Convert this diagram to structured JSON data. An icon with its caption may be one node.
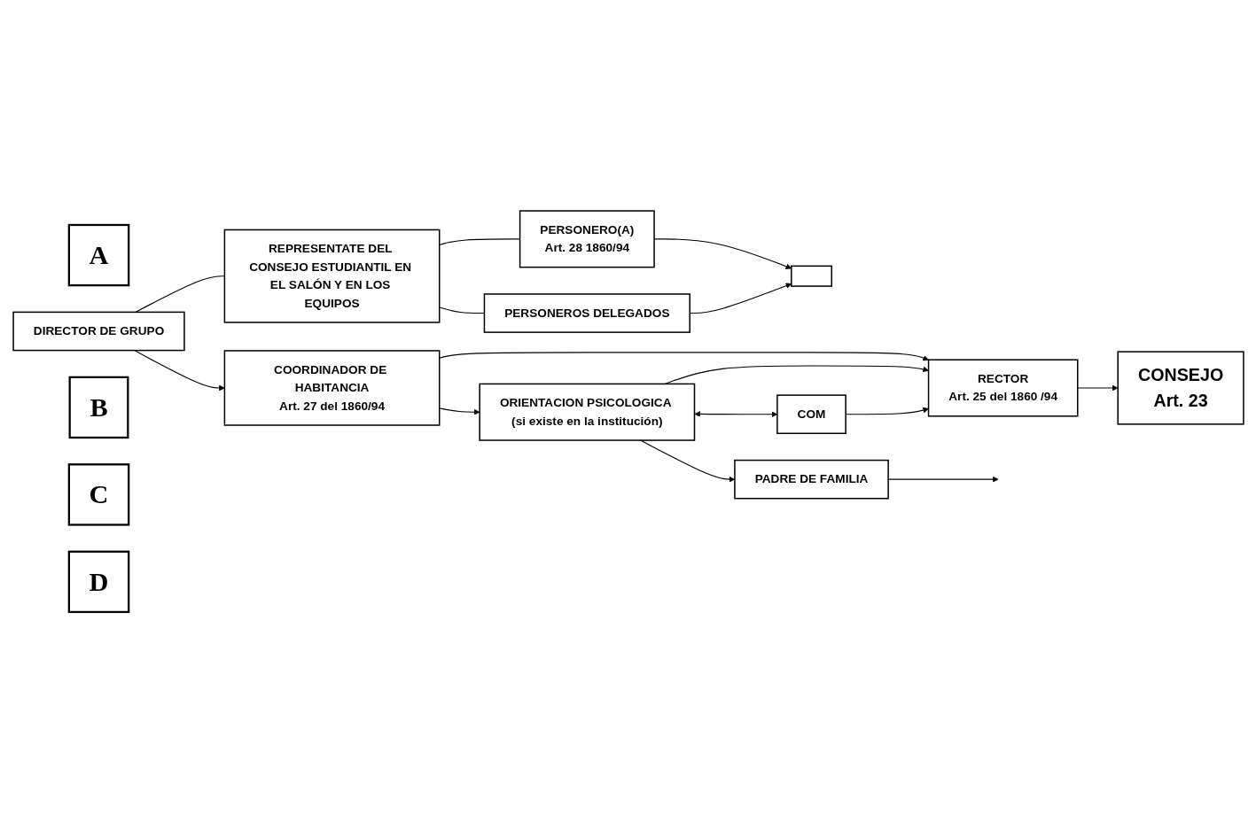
{
  "diagram": {
    "nodes": [
      {
        "text": [
          "A"
        ]
      },
      {
        "text": [
          "DIRECTOR DE GRUPO"
        ]
      },
      {
        "text": [
          "REPRESENTATE DEL CONSEJO ESTUDIANTIL EN EL SALÓN Y EN LOS EQUIPOS"
        ]
      },
      {
        "text": [
          "PERSONERO(A)",
          "Art. 28 1860/94"
        ]
      },
      {
        "text": [
          "PERSONEROS DELEGADOS"
        ]
      },
      {
        "text": [],
        "shape": "box"
      },
      {
        "text": [
          "B"
        ]
      },
      {
        "text": [
          "COORDINADOR DE HABITANCIA",
          "Art. 27 del 1860/94"
        ]
      },
      {
        "text": [
          "ORIENTACION PSICOLOGICA (si existe en la institución)"
        ]
      },
      {
        "text": [
          "PADRE DE FAMILIA"
        ]
      },
      {
        "text": [
          "C"
        ]
      },
      {
        "text": [
          "COM"
        ]
      },
      {
        "text": [
          "D"
        ]
      },
      {
        "text": [
          "RECTOR",
          "Art. 25 del 1860 /94"
        ]
      },
      {
        "text": [
          "CONSEJO",
          "Art. 23"
        ]
      }
    ],
    "edges": [
      {
        "from": 1,
        "to": 2,
        "arrow": "none"
      },
      {
        "from": 2,
        "to": 3,
        "arrow": "none"
      },
      {
        "from": 2,
        "to": 4,
        "arrow": "none"
      },
      {
        "from": 3,
        "to": 5,
        "arrow": "to"
      },
      {
        "from": 4,
        "to": 5,
        "arrow": "to"
      },
      {
        "from": 1,
        "to": 7,
        "arrow": "to"
      },
      {
        "from": 7,
        "to": 8,
        "arrow": "to"
      },
      {
        "from": 8,
        "to": 9,
        "arrow": "to"
      },
      {
        "from": 9,
        "to": null,
        "arrow": "to"
      },
      {
        "from": 7,
        "to": 13,
        "arrow": "to"
      },
      {
        "from": 8,
        "to": 13,
        "arrow": "to"
      },
      {
        "from": 8,
        "to": 11,
        "arrow": "both"
      },
      {
        "from": 11,
        "to": 13,
        "arrow": "to"
      },
      {
        "from": 13,
        "to": 14,
        "arrow": "to"
      }
    ]
  }
}
